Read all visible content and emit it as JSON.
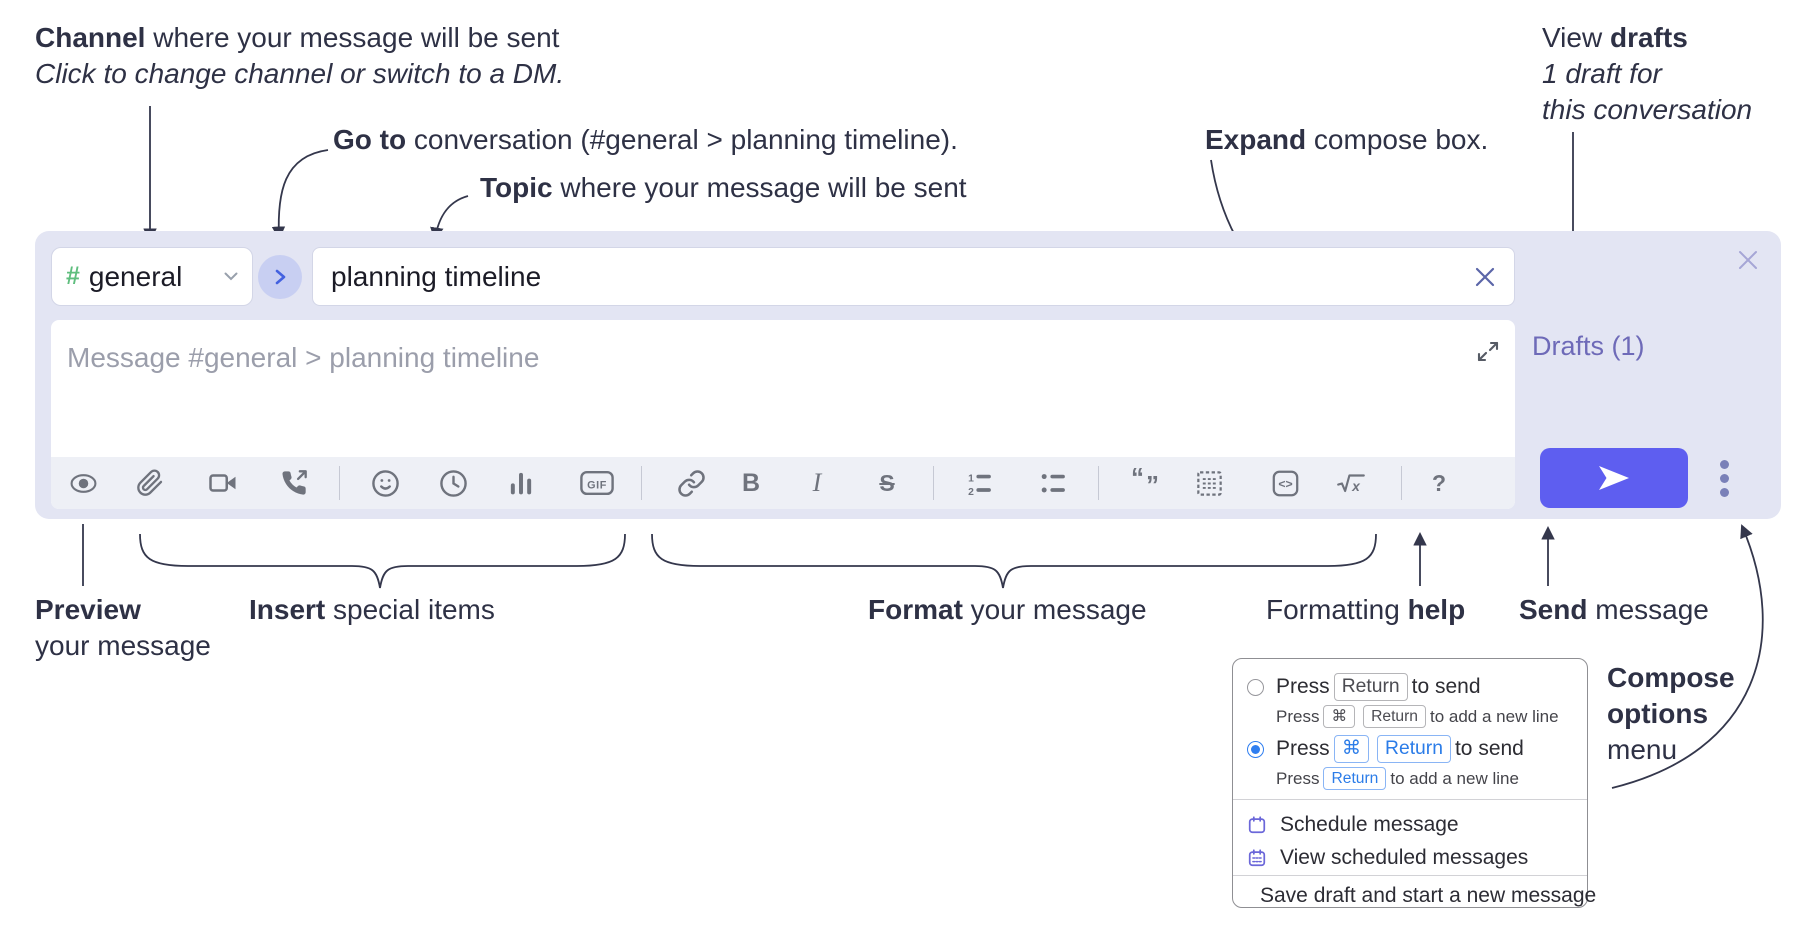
{
  "colors": {
    "annotation_text": "#2e3145",
    "compose_background": "#e3e5f3",
    "channel_hash_green": "#5fbe7e",
    "goto_chevron_blue": "#4462e0",
    "drafts_link_purple": "#6e6ab8",
    "send_button_accent": "#5e5ef0",
    "selected_option_blue": "#2f7ef0",
    "menu_icon_indigo": "#6b67d9",
    "toolbar_icon_gray": "#6f737d"
  },
  "annotations": {
    "channel_line1": [
      {
        "t": "Channel",
        "b": true
      },
      {
        "t": " where your message will be sent"
      }
    ],
    "channel_line2": [
      {
        "t": "Click to change channel or switch to a DM.",
        "i": true
      }
    ],
    "goto": [
      {
        "t": "Go to",
        "b": true
      },
      {
        "t": " conversation (#general > planning timeline)."
      }
    ],
    "topic": [
      {
        "t": "Topic",
        "b": true
      },
      {
        "t": " where your message will be sent"
      }
    ],
    "expand": [
      {
        "t": "Expand",
        "b": true
      },
      {
        "t": " compose box."
      }
    ],
    "drafts": {
      "line1": [
        {
          "t": "View "
        },
        {
          "t": "drafts",
          "b": true
        }
      ],
      "line2": [
        {
          "t": "1 draft for",
          "i": true
        }
      ],
      "line3": [
        {
          "t": "this conversation",
          "i": true
        }
      ]
    },
    "preview": {
      "line1": [
        {
          "t": "Preview",
          "b": true
        }
      ],
      "line2": [
        {
          "t": "your message"
        }
      ]
    },
    "insert": [
      {
        "t": "Insert",
        "b": true
      },
      {
        "t": " special items"
      }
    ],
    "format": [
      {
        "t": "Format",
        "b": true
      },
      {
        "t": " your message"
      }
    ],
    "formatting_help": [
      {
        "t": "Formatting "
      },
      {
        "t": "help",
        "b": true
      }
    ],
    "send": [
      {
        "t": "Send",
        "b": true
      },
      {
        "t": " message"
      }
    ],
    "compose_options": {
      "line1": [
        {
          "t": "Compose",
          "b": true
        }
      ],
      "line2": [
        {
          "t": "options",
          "b": true
        }
      ],
      "line3": [
        {
          "t": "menu"
        }
      ]
    }
  },
  "compose": {
    "channel": {
      "hash": "#",
      "name": "general"
    },
    "topic_value": "planning timeline",
    "message_placeholder": "Message #general > planning timeline",
    "drafts_link": "Drafts (1)",
    "toolbar": {
      "icon_names": [
        "preview",
        "attach-file",
        "add-video-call",
        "add-voice-call",
        "add-emoji",
        "add-global-time",
        "add-poll",
        "add-gif",
        "insert-link",
        "bold",
        "italic",
        "strikethrough",
        "numbered-list",
        "bulleted-list",
        "quote",
        "spoiler",
        "code",
        "math",
        "message-formatting-help"
      ],
      "gif": "GIF",
      "bold": "B",
      "italic": "I",
      "strike": "S",
      "math": "√x",
      "help": "?"
    }
  },
  "menu": {
    "options": [
      {
        "selected": false,
        "main": [
          {
            "t": "Press "
          },
          {
            "k": "Return"
          },
          {
            "t": " to send"
          }
        ],
        "sub": [
          {
            "t": "Press "
          },
          {
            "k": "⌘"
          },
          {
            "k": "Return"
          },
          {
            "t": " to add a new line"
          }
        ]
      },
      {
        "selected": true,
        "main": [
          {
            "t": "Press "
          },
          {
            "k": "⌘"
          },
          {
            "k": "Return"
          },
          {
            "t": " to send"
          }
        ],
        "sub": [
          {
            "t": "Press "
          },
          {
            "k": "Return"
          },
          {
            "t": " to add a new line"
          }
        ]
      }
    ],
    "items": [
      "Schedule message",
      "View scheduled messages",
      "Save draft and start a new message"
    ]
  }
}
